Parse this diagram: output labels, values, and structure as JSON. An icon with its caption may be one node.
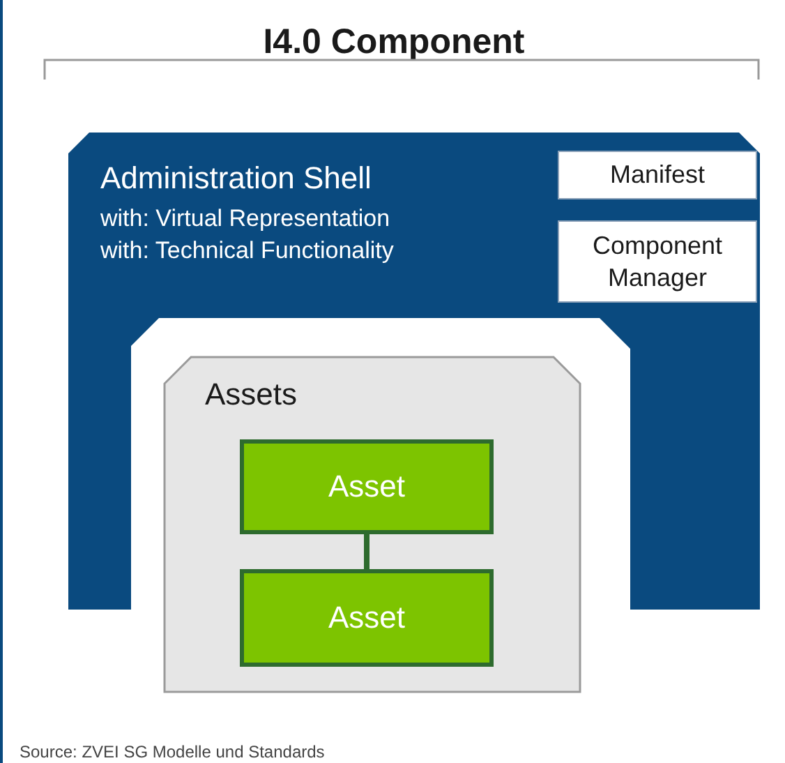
{
  "diagram": {
    "title": "I4.0 Component",
    "caption": "Source: ZVEI SG Modelle und Standards",
    "nodes": [
      {
        "text": [
          "Administration Shell",
          "with: Virtual Representation",
          "with: Technical Functionality"
        ]
      },
      {
        "text": [
          "Manifest"
        ],
        "in": 0
      },
      {
        "text": [
          "Component Manager"
        ],
        "in": 0
      },
      {
        "text": [
          "Assets"
        ]
      },
      {
        "text": [
          "Asset"
        ],
        "in": 3
      },
      {
        "text": [
          "Asset"
        ],
        "in": 3
      }
    ],
    "edges": [
      {
        "from": 4,
        "to": 5,
        "arrow": "none"
      }
    ]
  }
}
